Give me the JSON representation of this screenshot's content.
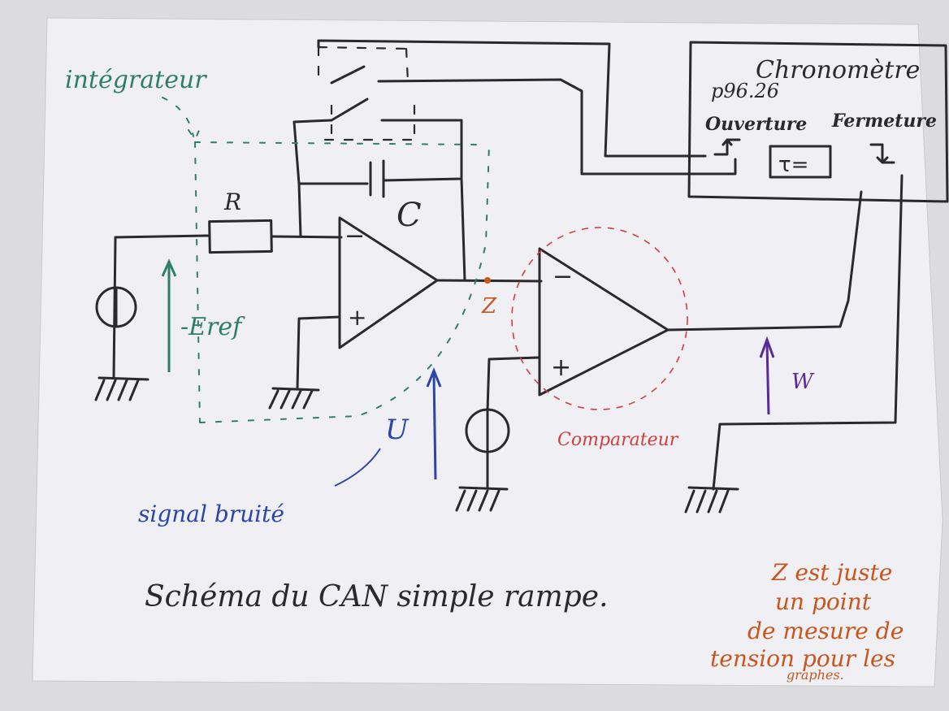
{
  "title": "Schéma du CAN simple rampe.",
  "labels": {
    "integrator": "intégrateur",
    "resistor": "R",
    "capacitor": "C",
    "vref": "-Eref",
    "node_z": "Z",
    "signal_u": "U",
    "noisy_signal": "signal bruité",
    "comparator": "Comparateur",
    "output_w": "W",
    "minus": "−",
    "plus": "+"
  },
  "chronometer": {
    "title": "Chronomètre",
    "model": "p96.26",
    "open": "Ouverture",
    "close": "Fermeture",
    "display": "τ="
  },
  "note": {
    "line1": "Z est juste",
    "line2": "un point",
    "line3": "de mesure de",
    "line4": "tension pour les",
    "line5": "graphes."
  },
  "colors": {
    "paper": "#f0eff3",
    "ink": "#2a2a2a",
    "green": "#2f7e68",
    "blue": "#2b45a8",
    "red": "#d04040",
    "orange": "#c8561d",
    "purple": "#5a2a9a"
  }
}
